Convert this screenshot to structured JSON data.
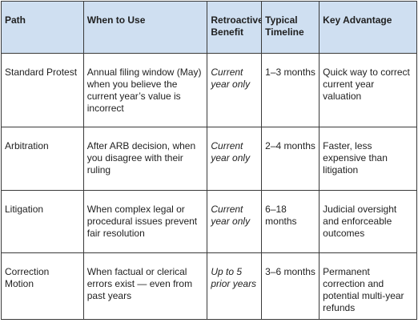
{
  "table": {
    "headers": [
      "Path",
      "When to Use",
      "Retroactive Benefit",
      "Typical Timeline",
      "Key Advantage"
    ],
    "rows": [
      [
        "Standard Protest",
        "Annual filing window (May) when you believe the current year’s value is incorrect",
        "Current year only",
        "1–3 months",
        "Quick way to correct current year valuation"
      ],
      [
        "Arbitration",
        "After ARB decision, when you disagree with their ruling",
        "Current year only",
        "2–4 months",
        "Faster, less expensive than litigation"
      ],
      [
        "Litigation",
        "When complex legal or procedural issues prevent fair resolution",
        "Current year only",
        "6–18 months",
        "Judicial oversight and enforceable outcomes"
      ],
      [
        "Correction Motion",
        "When factual or clerical errors exist — even from past years",
        "Up to 5 prior years",
        "3–6 months",
        "Permanent correction and potential multi-year refunds"
      ]
    ]
  },
  "colors": {
    "header_bg": "#cfdff1",
    "border": "#3a3a3a",
    "text": "#1f1f1f"
  }
}
